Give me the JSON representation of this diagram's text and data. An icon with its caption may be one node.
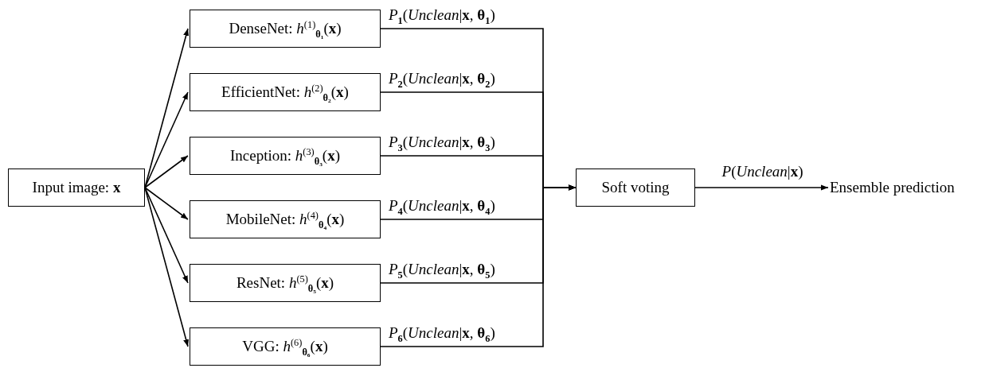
{
  "diagram": {
    "nodes": [
      {
        "text": [
          "Input image: **x**"
        ]
      },
      {
        "text": [
          "DenseNet: *h*$^{(1)}$$_{θ₁}$(**x**)"
        ]
      },
      {
        "text": [
          "EfficientNet: *h*$^{(2)}$$_{θ₂}$(**x**)"
        ]
      },
      {
        "text": [
          "Inception: *h*$^{(3)}$$_{θ₃}$(**x**)"
        ]
      },
      {
        "text": [
          "MobileNet: *h*$^{(4)}$$_{θ₄}$(**x**)"
        ]
      },
      {
        "text": [
          "ResNet: *h*$^{(5)}$$_{θ₅}$(**x**)"
        ]
      },
      {
        "text": [
          "VGG: *h*$^{(6)}$$_{θ₆}$(**x**)"
        ]
      },
      {
        "text": [
          "Soft voting"
        ]
      },
      {
        "text": [
          "Ensemble prediction"
        ]
      }
    ],
    "edges": [
      {
        "from": 0,
        "to": 1,
        "arrow": "to"
      },
      {
        "from": 0,
        "to": 2,
        "arrow": "to"
      },
      {
        "from": 0,
        "to": 3,
        "arrow": "to"
      },
      {
        "from": 0,
        "to": 4,
        "arrow": "to"
      },
      {
        "from": 0,
        "to": 5,
        "arrow": "to"
      },
      {
        "from": 0,
        "to": 6,
        "arrow": "to"
      },
      {
        "from": 1,
        "to": 7,
        "arrow": "to",
        "label": "*P*$_{1}$(*Unclean*|**x**, **θ**$_{1}$)"
      },
      {
        "from": 2,
        "to": 7,
        "arrow": "to",
        "label": "*P*$_{2}$(*Unclean*|**x**, **θ**$_{2}$)"
      },
      {
        "from": 3,
        "to": 7,
        "arrow": "to",
        "label": "*P*$_{3}$(*Unclean*|**x**, **θ**$_{3}$)"
      },
      {
        "from": 4,
        "to": 7,
        "arrow": "to",
        "label": "*P*$_{4}$(*Unclean*|**x**, **θ**$_{4}$)"
      },
      {
        "from": 5,
        "to": 7,
        "arrow": "to",
        "label": "*P*$_{5}$(*Unclean*|**x**, **θ**$_{5}$)"
      },
      {
        "from": 6,
        "to": 7,
        "arrow": "to",
        "label": "*P*$_{6}$(*Unclean*|**x**, **θ**$_{6}$)"
      },
      {
        "from": 7,
        "to": 8,
        "arrow": "to",
        "label": "*P*(*Unclean*|**x**)"
      }
    ]
  }
}
